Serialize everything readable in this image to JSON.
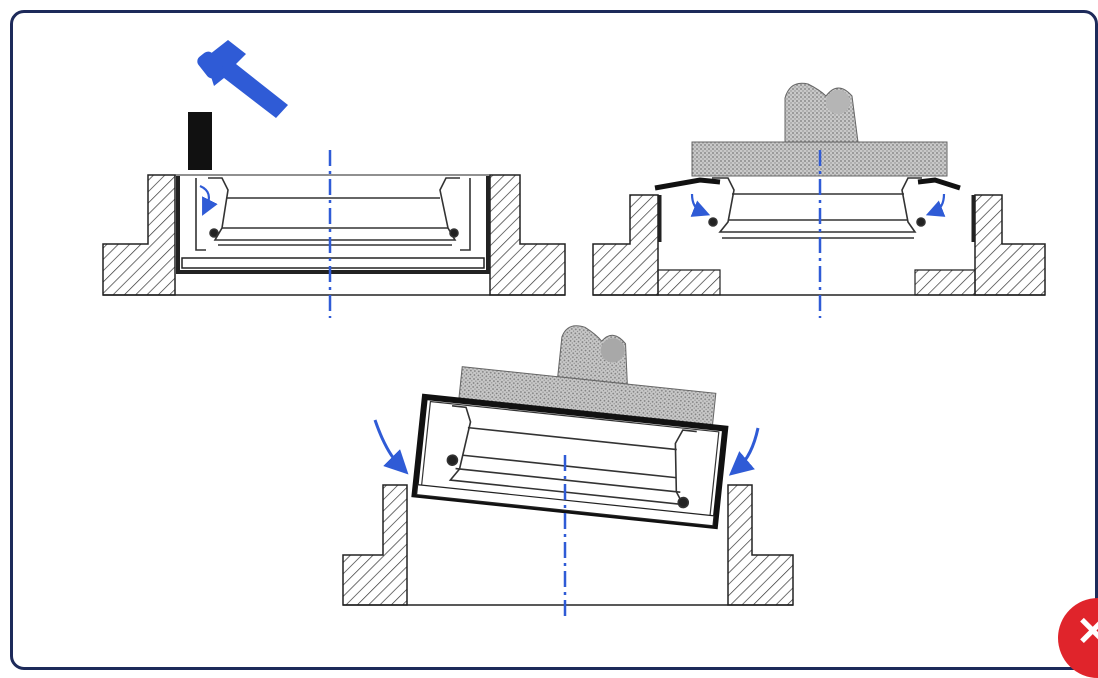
{
  "colors": {
    "frame": "#1d2a5a",
    "accent_blue": "#2f5bd6",
    "hammer": "#2f5bd6",
    "drift": "#111111",
    "press_tool": "#9b9b9b",
    "hatch": "#333333",
    "close_badge": "#e0242b"
  },
  "icons": {
    "hammer": "hammer-icon",
    "close": "close-icon"
  },
  "panels": [
    {
      "name": "drift-install",
      "tool": "hammer-and-drift"
    },
    {
      "name": "press-install",
      "tool": "press-tool"
    },
    {
      "name": "tilted-install-error",
      "tool": "press-tool"
    }
  ],
  "close_badge": {
    "symbol": "✕"
  }
}
